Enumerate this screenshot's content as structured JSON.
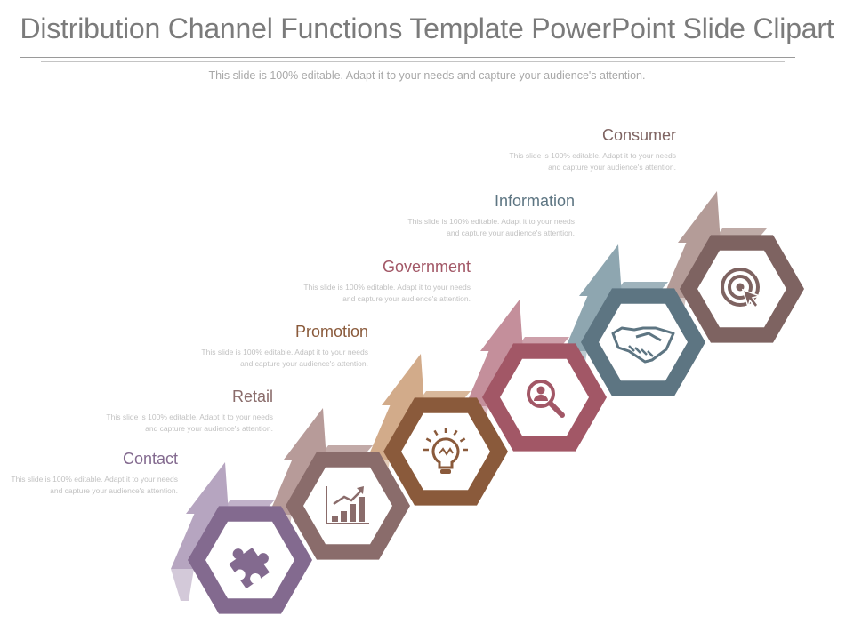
{
  "title": "Distribution Channel Functions Template PowerPoint Slide Clipart",
  "subtitle": "This slide is 100% editable. Adapt it to your needs and capture your audience's attention.",
  "steps": [
    {
      "label": "Contact",
      "icon": "puzzle-icon",
      "color": "#836a8f",
      "arrow_color": "#b6a5c0",
      "desc": "This slide is 100% editable. Adapt it to your needs and capture your audience's attention."
    },
    {
      "label": "Retail",
      "icon": "bar-chart-icon",
      "color": "#8a6c6b",
      "arrow_color": "#b79b99",
      "desc": "This slide is 100% editable. Adapt it to your needs and capture your audience's attention."
    },
    {
      "label": "Promotion",
      "icon": "lightbulb-icon",
      "color": "#8a5a3b",
      "arrow_color": "#d2ab8a",
      "desc": "This slide is 100% editable. Adapt it to your needs and capture your audience's attention."
    },
    {
      "label": "Government",
      "icon": "search-user-icon",
      "color": "#a25766",
      "arrow_color": "#c48f9b",
      "desc": "This slide is 100% editable. Adapt it to your needs and capture your audience's attention."
    },
    {
      "label": "Information",
      "icon": "handshake-icon",
      "color": "#5d7582",
      "arrow_color": "#8ea6b0",
      "desc": "This slide is 100% editable. Adapt it to your needs and capture your audience's attention."
    },
    {
      "label": "Consumer",
      "icon": "target-icon",
      "color": "#7e6361",
      "arrow_color": "#b49c98",
      "desc": "This slide is 100% editable. Adapt it to your needs and capture your audience's attention."
    }
  ]
}
